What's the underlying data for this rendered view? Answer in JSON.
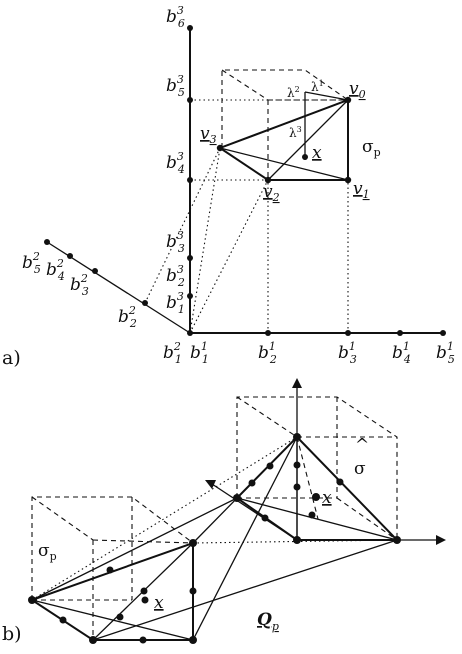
{
  "panel_a": {
    "panel_label": "a)",
    "axis_x_labels": [
      {
        "base": "b",
        "sup": "1",
        "sub": "1"
      },
      {
        "base": "b",
        "sup": "1",
        "sub": "2"
      },
      {
        "base": "b",
        "sup": "1",
        "sub": "3"
      },
      {
        "base": "b",
        "sup": "1",
        "sub": "4"
      },
      {
        "base": "b",
        "sup": "1",
        "sub": "5"
      }
    ],
    "axis_y_labels": [
      {
        "base": "b",
        "sup": "2",
        "sub": "1"
      },
      {
        "base": "b",
        "sup": "2",
        "sub": "2"
      },
      {
        "base": "b",
        "sup": "2",
        "sub": "3"
      },
      {
        "base": "b",
        "sup": "2",
        "sub": "4"
      },
      {
        "base": "b",
        "sup": "2",
        "sub": "5"
      }
    ],
    "axis_z_labels": [
      {
        "base": "b",
        "sup": "3",
        "sub": "1"
      },
      {
        "base": "b",
        "sup": "3",
        "sub": "2"
      },
      {
        "base": "b",
        "sup": "3",
        "sub": "3"
      },
      {
        "base": "b",
        "sup": "3",
        "sub": "4"
      },
      {
        "base": "b",
        "sup": "3",
        "sub": "5"
      },
      {
        "base": "b",
        "sup": "3",
        "sub": "6"
      }
    ],
    "vertices": [
      {
        "base": "v",
        "sub": "0"
      },
      {
        "base": "v",
        "sub": "1"
      },
      {
        "base": "v",
        "sub": "2"
      },
      {
        "base": "v",
        "sub": "3"
      }
    ],
    "point_x": "x",
    "lambdas": [
      {
        "base": "λ",
        "sup": "1"
      },
      {
        "base": "λ",
        "sup": "2"
      },
      {
        "base": "λ",
        "sup": "3"
      }
    ],
    "simplex_label": {
      "base": "σ",
      "sub": "p"
    }
  },
  "panel_b": {
    "panel_label": "b)",
    "simplex_label": {
      "base": "σ",
      "sub": "p"
    },
    "sigma_hat": "σ",
    "hat": "^",
    "point_x_left": "x",
    "point_x_right": "x",
    "q_label": {
      "base": "Q",
      "sub": "p"
    }
  }
}
